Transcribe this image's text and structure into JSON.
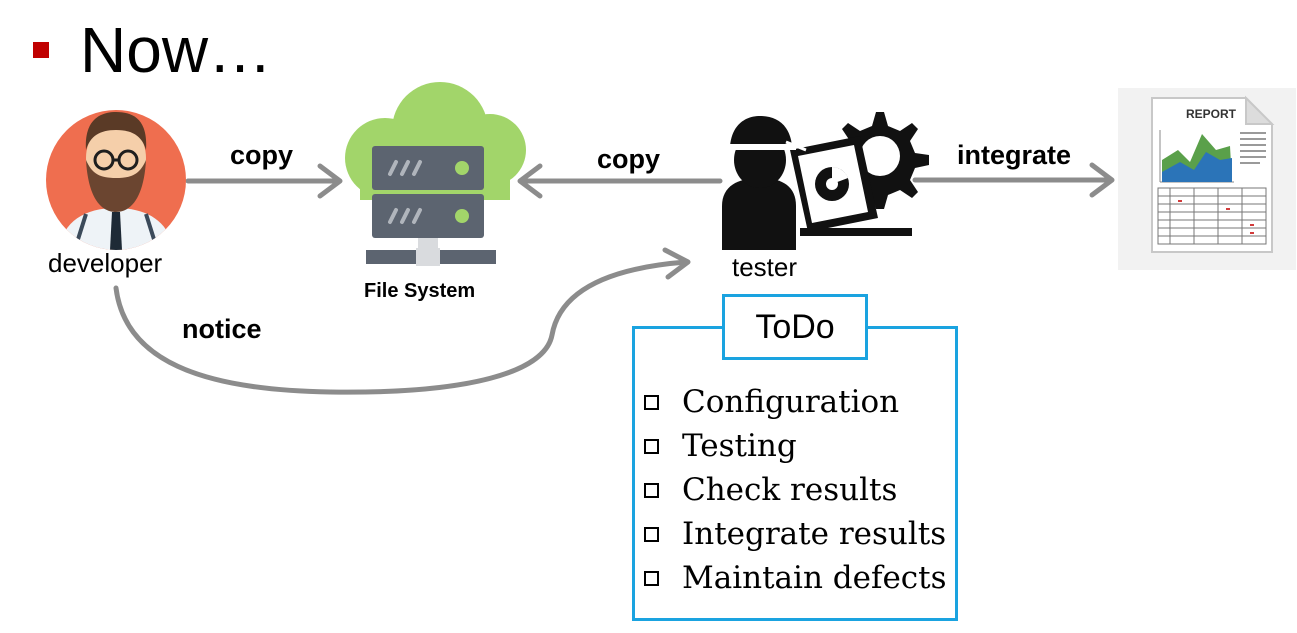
{
  "slide": {
    "title": "Now…"
  },
  "nodes": {
    "developer": "developer",
    "file_system": "File System",
    "tester": "tester",
    "report_heading": "REPORT"
  },
  "edges": {
    "dev_to_fs": "copy",
    "tester_to_fs": "copy",
    "tester_to_report": "integrate",
    "dev_to_tester": "notice"
  },
  "todo": {
    "title": "ToDo",
    "items": [
      "Configuration",
      "Testing",
      "Check results",
      "Integrate results",
      "Maintain defects"
    ]
  },
  "colors": {
    "bullet": "#c00000",
    "arrow": "#8c8c8c",
    "todo_border": "#1aa3e0",
    "avatar_bg": "#ef6e4f",
    "cloud": "#a2d56a",
    "server": "#5c6470",
    "server_light": "#a2d56a"
  },
  "icons": [
    "developer-avatar-icon",
    "file-system-server-icon",
    "tester-icon",
    "report-document-icon"
  ]
}
